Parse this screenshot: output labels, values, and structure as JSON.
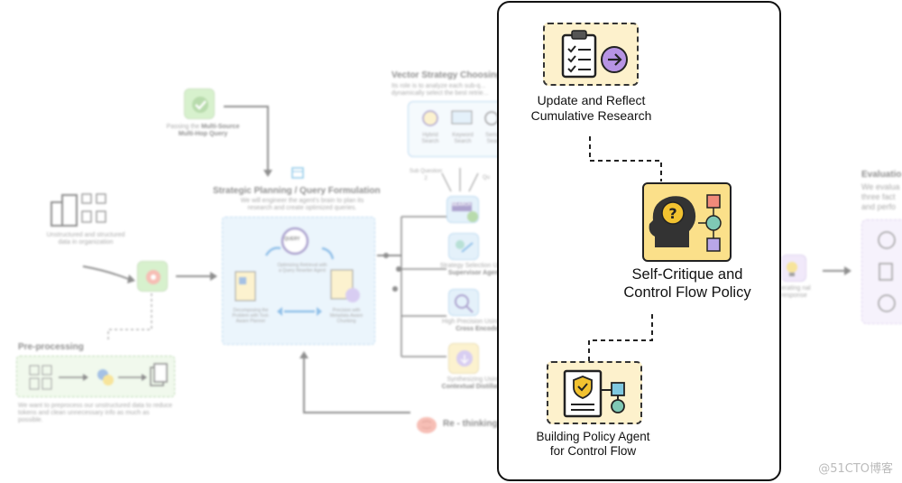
{
  "background": {
    "multi_source": {
      "line1": "Passing the",
      "line1_bold": "Multi-Source",
      "line2": "Multi-Hop Query"
    },
    "unstructured": {
      "text": "Unstructured and structured data in organization"
    },
    "preprocessing": {
      "title": "Pre-processing",
      "note": "We want to preprocess our unstructured data to reduce tokens and clean unnecessary info as much as possible."
    },
    "strategic": {
      "title": "Strategic Planning / Query Formulation",
      "subtitle": "We will engineer the agent's brain to plan its research and create optimized queries.",
      "center_caption": "Optimizing Retrieval with a Query Rewriter Agent",
      "query_tag": "QUERY",
      "left_caption": "Decomposing the Problem with Tool-Aware Planner",
      "right_caption": "Precision with Metadata-Aware Chunking"
    },
    "vector": {
      "title": "Vector Strategy Choosing",
      "subtitle": "Its role is to analyze each sub-q... dynamically select the best retrie...",
      "items": [
        "Hybrid Search",
        "Keyword Search",
        "Sema Sear"
      ],
      "sub_q2": "Sub Question 2",
      "sub_q": "Qu"
    },
    "search_tag": "SEARCH",
    "right_column": [
      {
        "line1": "Strategy Selection Us",
        "line2": "Supervisor Agent"
      },
      {
        "line1": "High Precision Using",
        "line2": "Cross Encoder"
      },
      {
        "line1": "Synthesizing Using",
        "line2": "Contextual Distillati"
      }
    ],
    "rethinking": "Re - thinking",
    "generating": "erating nal response",
    "evaluation": {
      "title": "Evaluatio",
      "text": "We evalua three fact and perfo"
    }
  },
  "focus": {
    "update": {
      "line1": "Update and Reflect",
      "line2": "Cumulative Research"
    },
    "policy": {
      "line1": "Self-Critique and",
      "line2": "Control Flow Policy"
    },
    "building": {
      "line1": "Building Policy Agent",
      "line2": "for Control Flow"
    }
  },
  "watermark": "@51CTO博客",
  "colors": {
    "panel_border": "#111111",
    "icon_yellow": "#fbe9a8",
    "icon_purple": "#b794e4",
    "icon_green": "#b8e6a6",
    "icon_blue": "#cfe6f7",
    "flow_red": "#f08a7a",
    "flow_teal": "#7fc8b5",
    "flow_violet": "#b9a6e8"
  }
}
